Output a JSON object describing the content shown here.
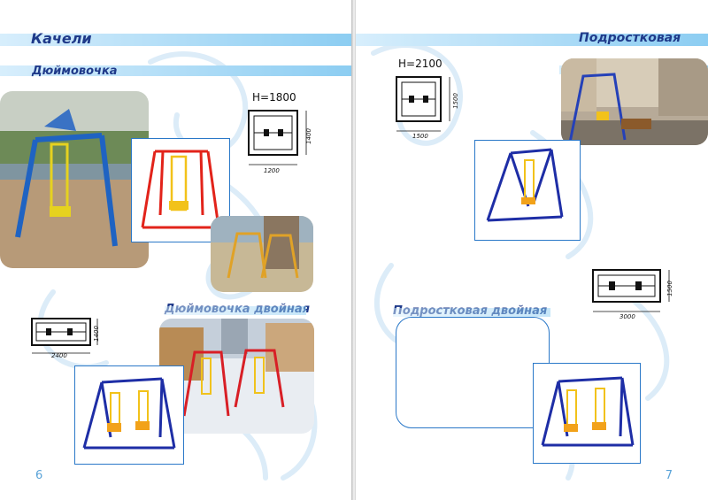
{
  "left_page": {
    "section_title": "Качели",
    "subtitle_1": "Дюймовочка",
    "height_label_1": "H=1800",
    "dim_width_1": "1200",
    "dim_height_1": "1400",
    "subtitle_2": "Дюймовочка двойная",
    "dim_width_2": "2400",
    "dim_height_2": "1400",
    "page_number": "6"
  },
  "right_page": {
    "section_title": "Подростковая",
    "height_label_1": "H=2100",
    "dim_width_1": "1500",
    "dim_height_1": "1500",
    "subtitle_2": "Подростковая двойная",
    "dim_width_2": "3000",
    "dim_height_2": "1500",
    "page_number": "7"
  },
  "colors": {
    "title": "#1f3a8a",
    "band_light": "#8ccdf2",
    "frame_blue": "#2a78c8",
    "swing_red": "#e2231a",
    "swing_yellow": "#f2c21a",
    "swing_navy": "#1e2ea6"
  }
}
